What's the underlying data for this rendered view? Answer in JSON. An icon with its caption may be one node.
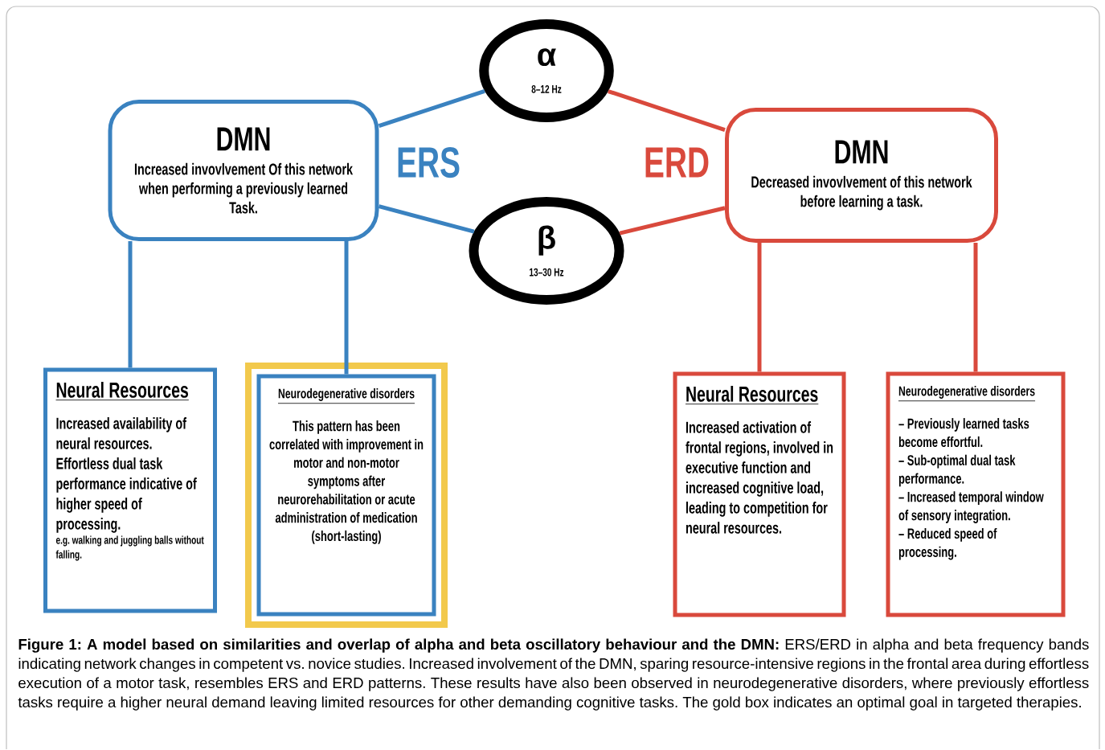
{
  "diagram": {
    "caption": "**Figure 1: A model based on similarities and overlap of alpha and beta oscillatory behaviour and the DMN:** ERS/ERD in alpha and beta frequency bands indicating network changes in competent vs. novice studies. Increased involvement of the DMN, sparing resource-intensive regions in the frontal area during effortless execution of a motor task, resembles ERS and ERD patterns. These results have also been observed in neurodegenerative disorders, where previously effortless tasks require a higher neural demand leaving limited resources for other demanding cognitive tasks. The gold box indicates an optimal goal in targeted therapies.",
    "nodes": [
      {
        "text": [
          "DMN",
          "Increased invovlvement Of this network when performing a previously learned Task."
        ]
      },
      {
        "text": [
          "α",
          "8–12 Hz"
        ]
      },
      {
        "text": [
          "β",
          "13–30 Hz"
        ]
      },
      {
        "text": [
          "DMN",
          "Decreased invovlvement of this network before learning a task."
        ]
      },
      {
        "text": [
          "Neural Resources",
          "Increased availability of neural resources. Effortless dual task performance indicative of higher speed of processing.",
          "e.g. walking and juggling balls without falling."
        ]
      },
      {
        "text": [],
        "shape": "box"
      },
      {
        "text": [
          "Neurodegenerative disorders",
          "This pattern has been correlated with improvement in motor and non-motor symptoms after neurorehabilitation or acute administration of medication (short-lasting)"
        ],
        "in": 5
      },
      {
        "text": [
          "Neural Resources",
          "Increased activation of frontal regions, involved in executive function and increased cognitive load, leading to competition for neural resources."
        ]
      },
      {
        "text": [
          "Neurodegenerative disorders",
          "– Previously learned tasks become effortful.",
          "– Sub-optimal dual task performance.",
          "– Increased temporal window of sensory integration.",
          "– Reduced speed of processing."
        ]
      }
    ],
    "edges": [
      {
        "from": 0,
        "to": 1,
        "arrow": "none",
        "color": "#3a82c0"
      },
      {
        "from": 0,
        "to": 2,
        "arrow": "none",
        "color": "#3a82c0"
      },
      {
        "from": 1,
        "to": 3,
        "arrow": "none",
        "color": "#d9493c"
      },
      {
        "from": 2,
        "to": 3,
        "arrow": "none",
        "color": "#d9493c"
      },
      {
        "from": 0,
        "to": 4,
        "arrow": "none",
        "color": "#3a82c0"
      },
      {
        "from": 0,
        "to": 6,
        "arrow": "none",
        "color": "#3a82c0"
      },
      {
        "from": 3,
        "to": 7,
        "arrow": "none",
        "color": "#d9493c"
      },
      {
        "from": 3,
        "to": 8,
        "arrow": "none",
        "color": "#d9493c"
      }
    ],
    "labels": [
      "ERS",
      "ERD"
    ]
  }
}
